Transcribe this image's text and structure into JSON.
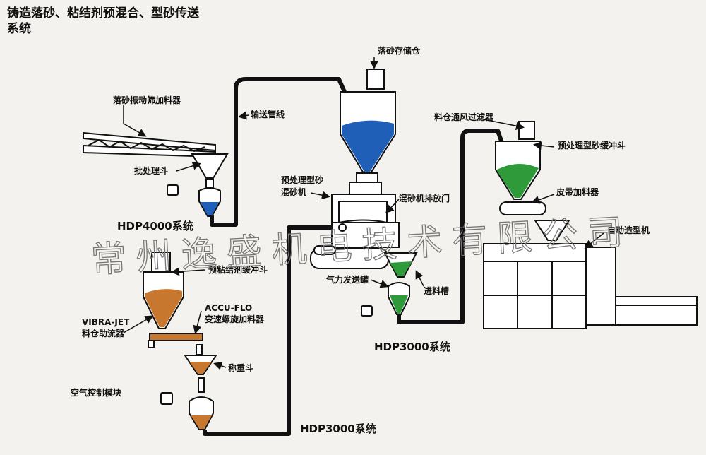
{
  "title": {
    "line1": "铸造落砂、粘结剂预混合、型砂传送",
    "line2": "系统"
  },
  "labels": {
    "storage_silo": "落砂存储仓",
    "vibrating_screen": "落砂振动筛加料器",
    "pipeline": "输送管线",
    "batch_hopper": "批处理斗",
    "hdp4000": "HDP4000系统",
    "mixer_line1": "预处理型砂",
    "mixer_line2": "混砂机",
    "mixer_gate": "混砂机排放门",
    "vent_filter": "料仓通风过滤器",
    "sand_surge_hopper": "预处理型砂缓冲斗",
    "belt_feeder": "皮带加料器",
    "molding_machine": "自动造型机",
    "binder_surge_hopper": "预粘结剂缓冲斗",
    "vibrajet_line1": "VIBRA-JET",
    "vibrajet_line2": "料仓助流器",
    "accuflo_line1": "ACCU-FLO",
    "accuflo_line2": "变速螺旋加料器",
    "transporter": "气力发送罐",
    "feed_chute": "进料槽",
    "hdp3000_right": "HDP3000系统",
    "weigh_hopper": "称重斗",
    "air_module": "空气控制模块",
    "hdp3000_bottom": "HDP3000系统"
  },
  "watermark": "常州逸盛机电技术有限公司",
  "colors": {
    "sand_blue": "#1f5fb8",
    "sand_green": "#2f9a3a",
    "binder_orange": "#c8782e",
    "pipe": "#111111"
  }
}
